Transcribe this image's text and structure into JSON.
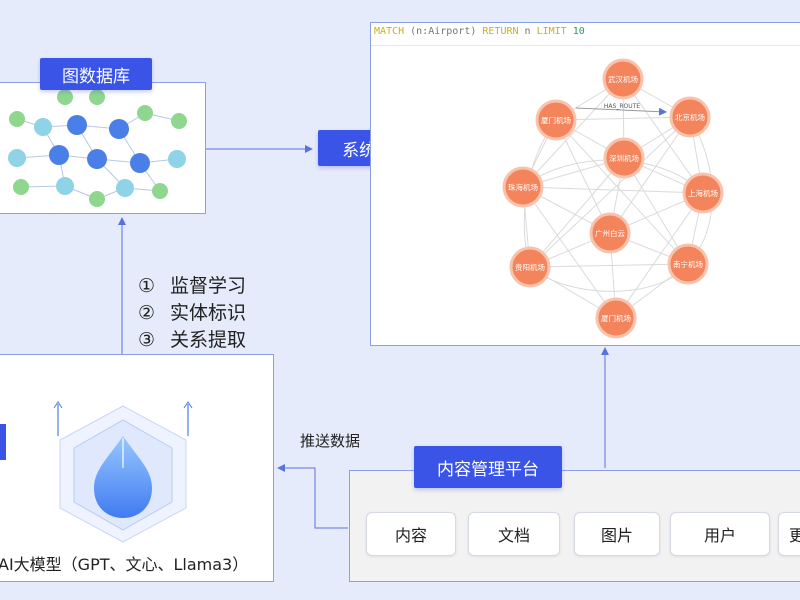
{
  "graph_db": {
    "title": "图数据库"
  },
  "system": {
    "label": "系统/网站"
  },
  "query": {
    "match": "MATCH",
    "pattern": " (n:Airport) ",
    "return_kw": "RETURN",
    "var": " n ",
    "limit_kw": "LIMIT",
    "limit": " 10"
  },
  "graph_view": {
    "edge_label": "HAS_ROUTE",
    "nodes": [
      "武汉机场",
      "厦门机场",
      "北京机场",
      "深圳机场",
      "珠海机场",
      "上海机场",
      "广州白云",
      "贵阳机场",
      "南宁机场",
      "厦门机场"
    ]
  },
  "steps": [
    {
      "num": "①",
      "text": "监督学习"
    },
    {
      "num": "②",
      "text": "实体标识"
    },
    {
      "num": "③",
      "text": "关系提取"
    }
  ],
  "ai_model": {
    "caption": "AI大模型（GPT、文心、Llama3）"
  },
  "push_label": "推送数据",
  "cms": {
    "title": "内容管理平台",
    "items": [
      "内容",
      "文档",
      "图片",
      "用户",
      "更"
    ]
  },
  "colors": {
    "accent": "#3a54e8",
    "node": "#f4845b",
    "background": "#e6ebfb"
  }
}
